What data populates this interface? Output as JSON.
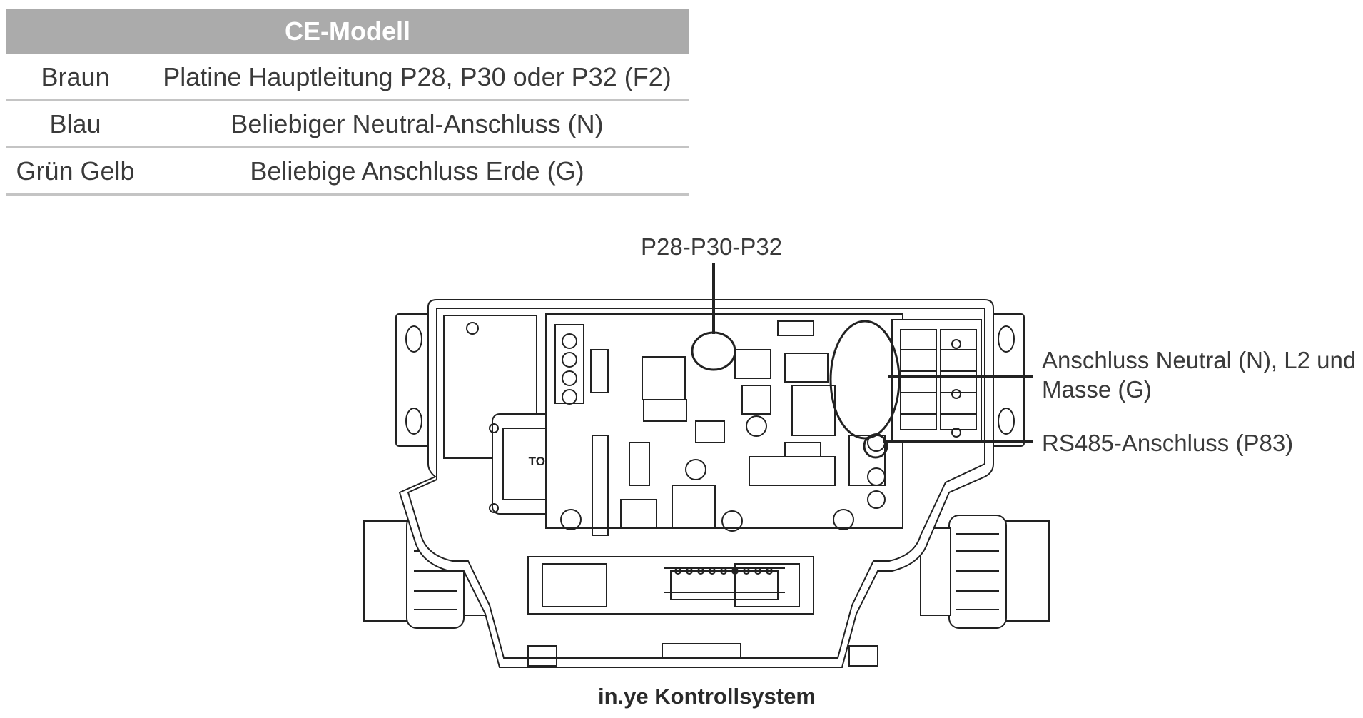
{
  "table": {
    "header": "CE-Modell",
    "rows": [
      {
        "color": "Braun",
        "connection": "Platine Hauptleitung P28, P30 oder P32 (F2)"
      },
      {
        "color": "Blau",
        "connection": "Beliebiger Neutral-Anschluss (N)"
      },
      {
        "color": "Grün Gelb",
        "connection": "Beliebige Anschluss Erde (G)"
      }
    ]
  },
  "diagram": {
    "callouts": {
      "p28_p30_p32": "P28-P30-P32",
      "neutral_line1": "Anschluss Neutral (N), L2 und",
      "neutral_line2": "Masse (G)",
      "rs485": "RS485-Anschluss (P83)"
    },
    "transformer_label": "TOP",
    "caption": "in.ye Kontrollsystem"
  }
}
